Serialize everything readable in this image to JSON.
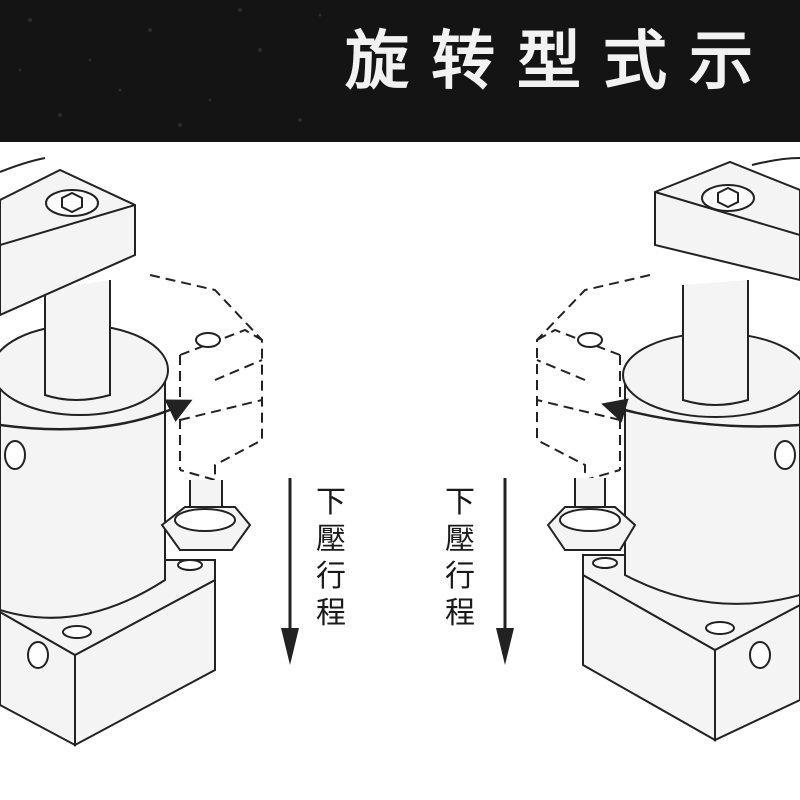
{
  "banner": {
    "title": "旋转型式示"
  },
  "diagram": {
    "stroke_label_left": "下壓行程",
    "stroke_label_right": "下壓行程"
  },
  "colors": {
    "banner_bg": "#141414",
    "title": "#f2f2f2",
    "line": "#222222",
    "body_fill": "#f4f4f4"
  }
}
